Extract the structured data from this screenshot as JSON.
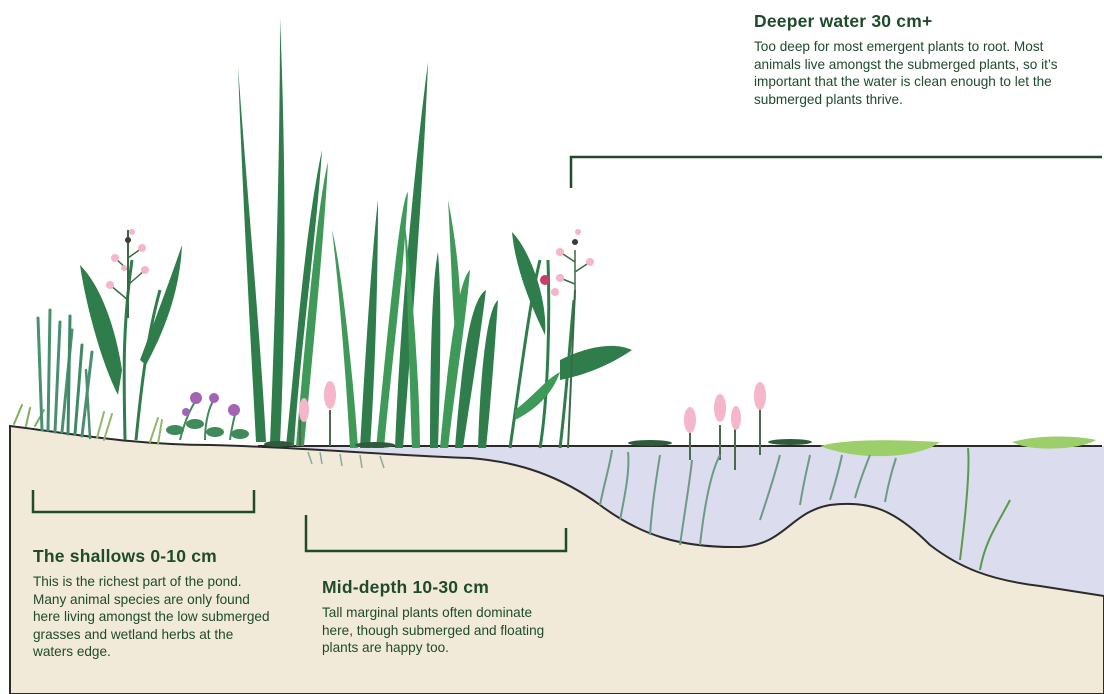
{
  "zones": {
    "deeper": {
      "title": "Deeper water 30 cm+",
      "description": "Too deep for most emergent plants to root. Most animals live amongst the submerged plants, so it’s important that the water is clean enough to let the submerged plants thrive."
    },
    "shallows": {
      "title": "The shallows 0-10 cm",
      "description": "This is the richest part of the pond. Many animal species are only found here living amongst the low submerged grasses and wetland herbs at the waters edge."
    },
    "mid": {
      "title": "Mid-depth 10-30 cm",
      "description": "Tall marginal plants often dominate here, though submerged and floating plants are happy too."
    }
  },
  "colors": {
    "text": "#1f4a2c",
    "bracket": "#1f4a2c",
    "bank": "#f1ead9",
    "water": "#dcdcef",
    "waterline": "#2b2b2b",
    "dark_leaf": "#2f7d4a",
    "mid_leaf": "#3f9a5a",
    "pale_leaf": "#9ccf6a",
    "submerged": "#6d9a86",
    "pink_flower": "#f4b6c8",
    "purple_flower": "#a265b6"
  }
}
